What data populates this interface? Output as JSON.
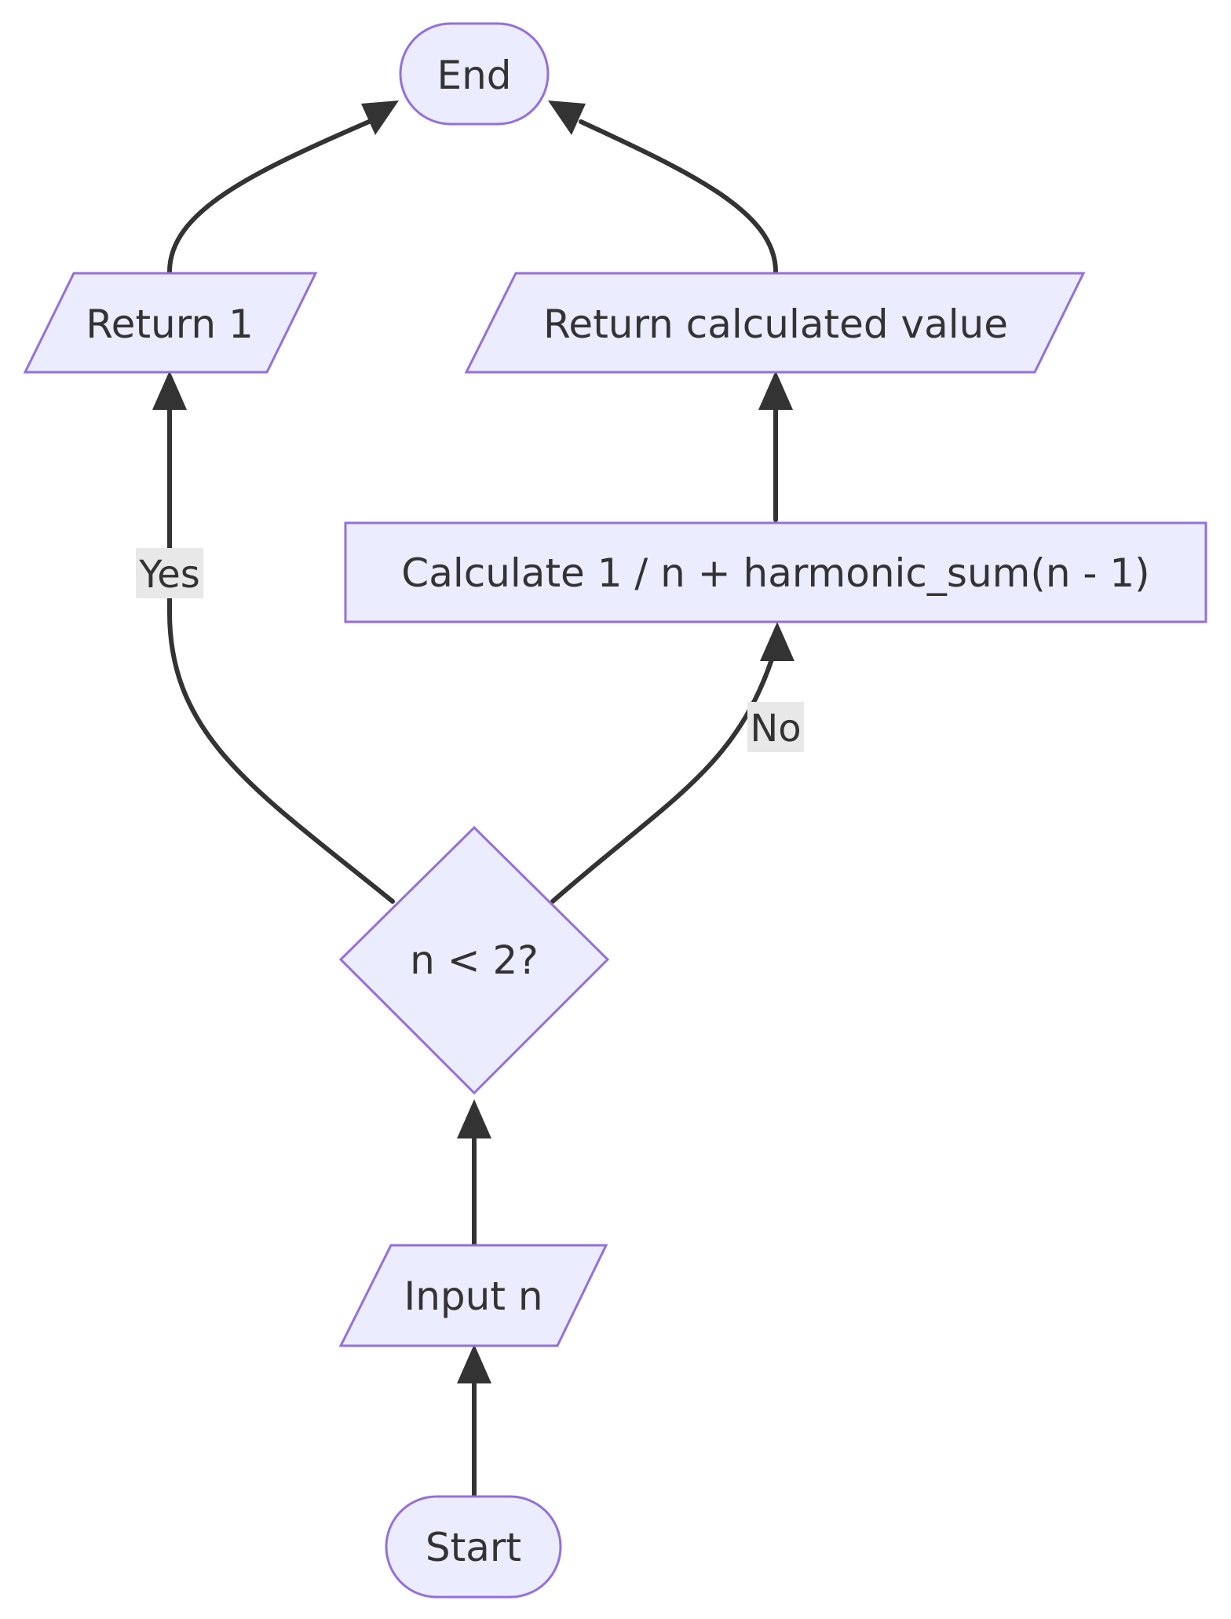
{
  "nodes": {
    "end": "End",
    "return_one": "Return 1",
    "return_value": "Return calculated value",
    "calculate": "Calculate 1 / n + harmonic_sum(n - 1)",
    "decision": "n < 2?",
    "input": "Input n",
    "start": "Start"
  },
  "edges": {
    "yes_label": "Yes",
    "no_label": "No"
  }
}
